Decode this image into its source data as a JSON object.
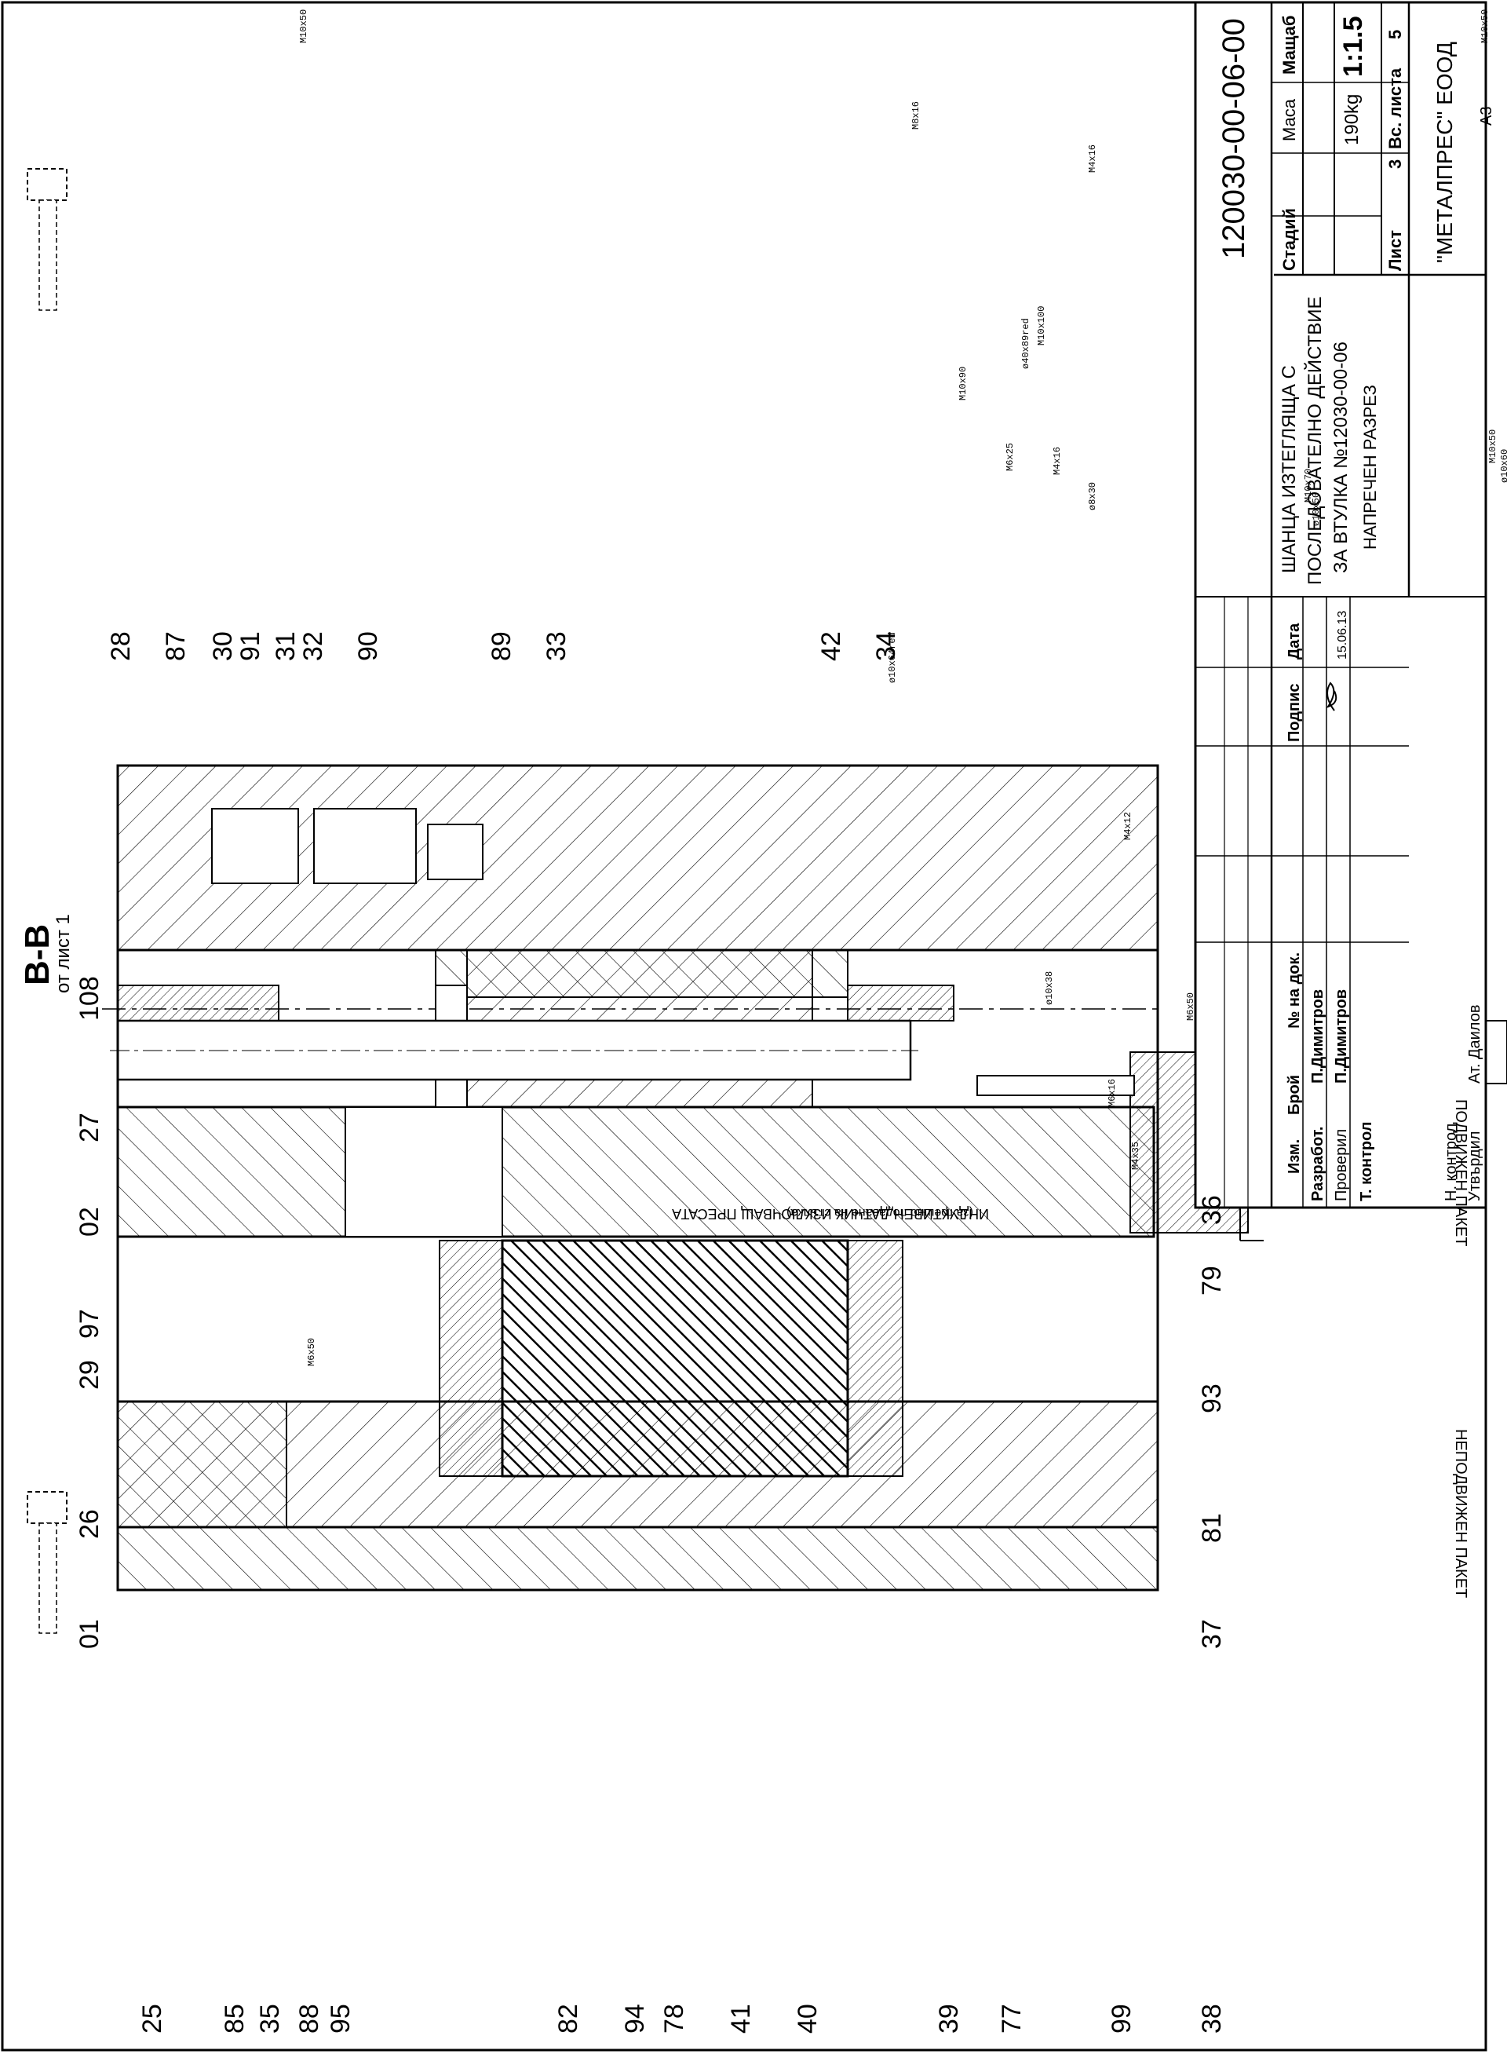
{
  "section": {
    "title": "B-B",
    "subtitle": "от лист 1"
  },
  "title_block": {
    "drawing_number": "120030-00-06-00",
    "description_line1": "ШАНЦА ИЗТЕГЛЯЩА С",
    "description_line2": "ПОСЛЕДОВАТЕЛНО ДЕЙСТВИЕ",
    "description_line3": "ЗА ВТУЛКА  №12030-00-06",
    "description_line4": "НАПРЕЧЕН РАЗРЕЗ",
    "headers": {
      "stage": "Стадий",
      "mass": "Маса",
      "scale": "Мащаб",
      "sheet": "Лист",
      "total_sheets": "Вс. листа",
      "change": "Изм.",
      "count": "Брой",
      "doc_number": "№ на док.",
      "signature": "Подпис",
      "date": "Дата"
    },
    "values": {
      "mass": "190kg",
      "scale": "1:1.5",
      "sheet": "3",
      "total_sheets": "5",
      "date": "15.06.13"
    },
    "roles": [
      {
        "role": "Разработ.",
        "name": "П.Димитров"
      },
      {
        "role": "Проверил",
        "name": "П.Димитров"
      },
      {
        "role": "Т. контрол",
        "name": ""
      },
      {
        "role": "Н. контрол",
        "name": ""
      },
      {
        "role": "Утвърдил",
        "name": "Ат. Даилов"
      }
    ],
    "company": "\"МЕТАЛПРЕС\" ЕООД",
    "format": "A3"
  },
  "annotations": {
    "sensor_label": "ИНДУКТИВЕН ДАТЧИК ИЗКЛЮЧВАЩ ПРЕСАТА",
    "sensor_sub": "(за грешно подаване на стълка)",
    "moving_package": "ПОДВИЖЕН ПАКЕТ",
    "fixed_package": "НЕПОДВИЖЕН ПАКЕТ"
  },
  "callouts_top": [
    "28",
    "87",
    "30",
    "91",
    "31",
    "32",
    "90",
    "89",
    "33",
    "42",
    "34"
  ],
  "callouts_right": [
    "108",
    "27",
    "02",
    "97",
    "29",
    "26",
    "01",
    "36",
    "79",
    "93",
    "81",
    "37"
  ],
  "callouts_bottom": [
    "25",
    "85",
    "35",
    "88",
    "95",
    "82",
    "94",
    "78",
    "41",
    "40",
    "39",
    "77",
    "99",
    "38"
  ],
  "fastener_labels": [
    "M10x50",
    "M8x16",
    "M4x16",
    "M10x100",
    "ø40x89red",
    "M10x90",
    "M6x25",
    "ø8x30",
    "M4x16",
    "M10x70",
    "ø10x50",
    "ø10x64red",
    "M6x50",
    "M4x12",
    "ø10x38",
    "M6x16",
    "M4x35",
    "M6x50",
    "M10x50",
    "ø10x60",
    "M10x50",
    "M4x16"
  ]
}
